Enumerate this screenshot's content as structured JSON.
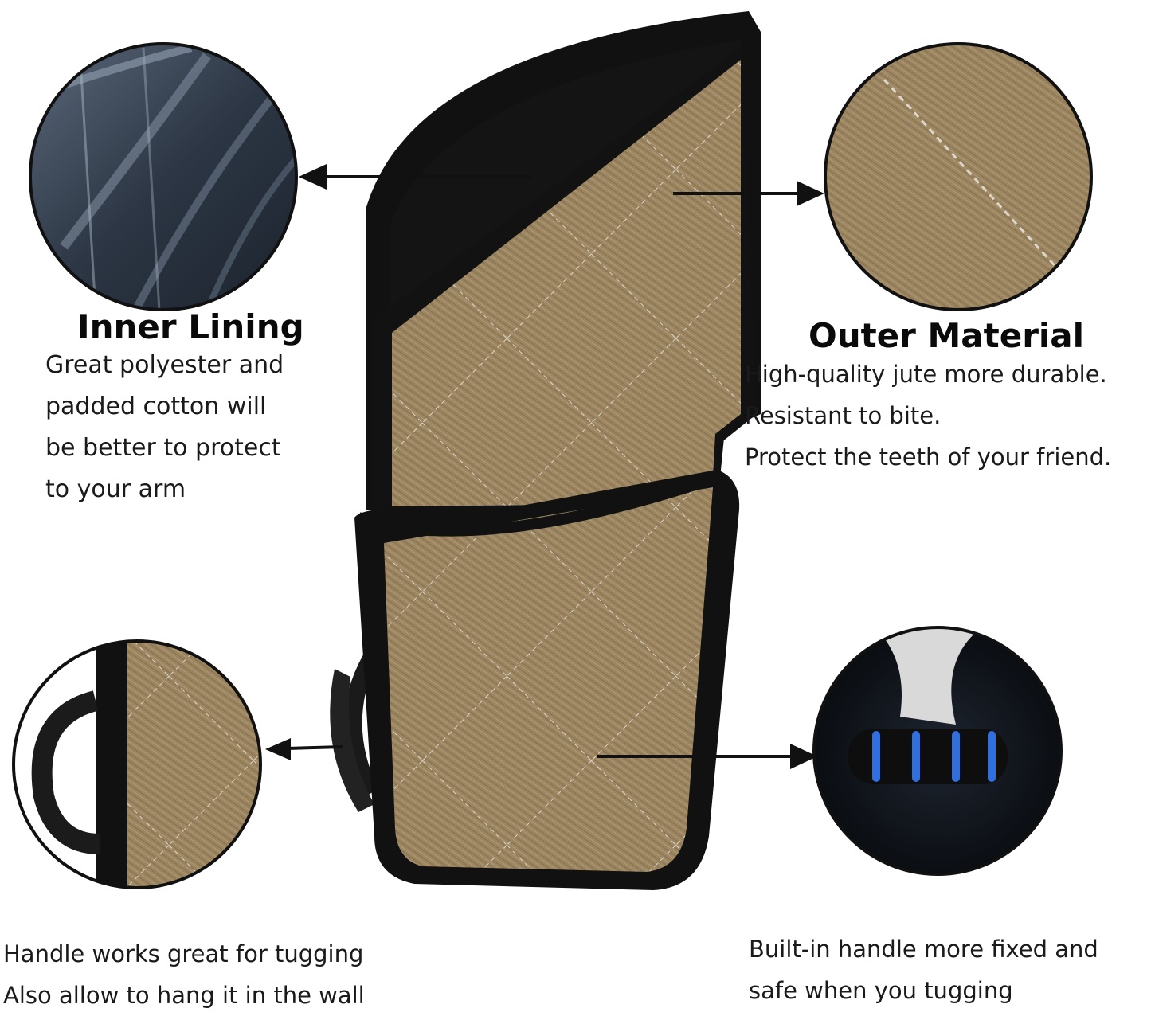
{
  "inner_lining": {
    "title": "Inner Lining",
    "lines": [
      "Great polyester and",
      "padded cotton will",
      "be better to protect",
      "to your arm"
    ]
  },
  "outer_material": {
    "title": "Outer Material",
    "lines": [
      "High-quality jute more durable.",
      "Resistant to bite.",
      "Protect the teeth of your friend."
    ]
  },
  "handle_left": {
    "lines": [
      "Handle works great for tugging",
      "Also allow to hang it in the wall"
    ]
  },
  "handle_right": {
    "lines": [
      "Built-in handle more fixed and",
      "safe when you tugging"
    ]
  },
  "colors": {
    "jute": "#9c8662",
    "binding": "#111111",
    "lining": "#2f3947",
    "stitch": "#d8d4cc",
    "handle_accent": "#2f6fe0"
  }
}
